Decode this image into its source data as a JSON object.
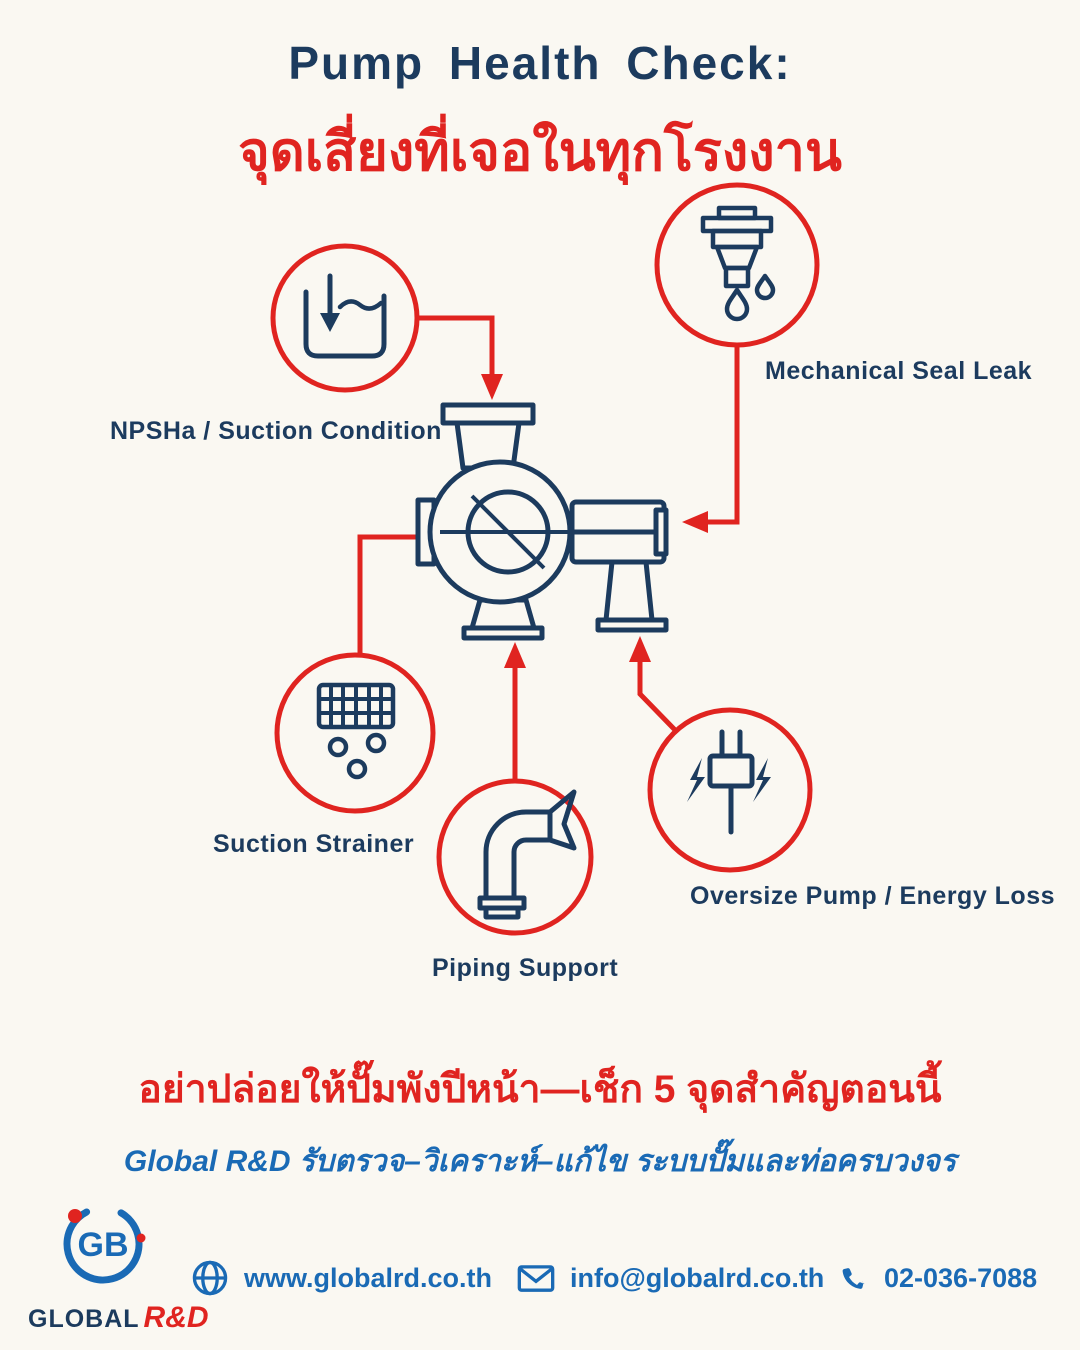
{
  "colors": {
    "background": "#faf8f2",
    "navy": "#1c3b5e",
    "red": "#e02420",
    "blue": "#1a6ab5"
  },
  "title": {
    "en": "Pump Health Check:",
    "th": "จุดเสี่ยงที่เจอในทุกโรงงาน"
  },
  "diagram": {
    "labels": {
      "npsha": "NPSHa / Suction Condition",
      "seal": "Mechanical Seal Leak",
      "strainer": "Suction Strainer",
      "piping": "Piping Support",
      "oversize": "Oversize Pump / Energy Loss"
    },
    "icons": [
      "suction-tank-icon",
      "mechanical-seal-drip-icon",
      "strainer-grid-icon",
      "pipe-elbow-icon",
      "energy-plug-icon",
      "centrifugal-pump-illustration"
    ]
  },
  "tagline": {
    "warning": "อย่าปล่อยให้ปั๊มพังปีหน้า—เช็ก 5 จุดสำคัญตอนนี้",
    "services": "Global R&D รับตรวจ–วิเคราะห์–แก้ไข ระบบปั๊มและท่อครบวงจร"
  },
  "footer": {
    "logo": {
      "monogram": "GB",
      "name_primary": "GLOBAL",
      "name_secondary": "R&D"
    },
    "website": {
      "icon": "globe-icon",
      "text": "www.globalrd.co.th"
    },
    "email": {
      "icon": "envelope-icon",
      "text": "info@globalrd.co.th"
    },
    "phone": {
      "icon": "phone-icon",
      "text": "02-036-7088"
    }
  }
}
